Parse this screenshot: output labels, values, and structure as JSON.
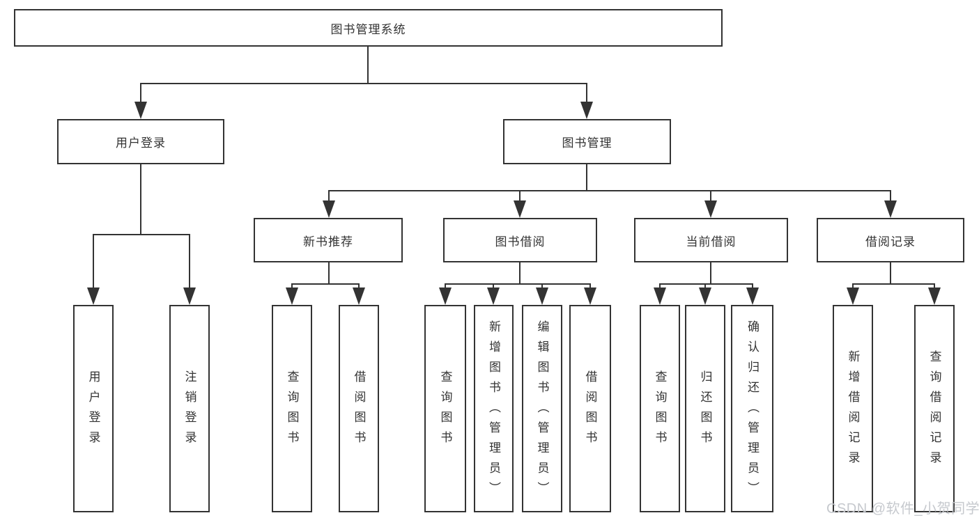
{
  "diagram": {
    "root": {
      "label": "图书管理系统"
    },
    "level2": [
      {
        "label": "用户登录"
      },
      {
        "label": "图书管理"
      }
    ],
    "level3": [
      {
        "label": "新书推荐"
      },
      {
        "label": "图书借阅"
      },
      {
        "label": "当前借阅"
      },
      {
        "label": "借阅记录"
      }
    ],
    "leaves": {
      "user_login": [
        {
          "label": "用户登录"
        },
        {
          "label": "注销登录"
        }
      ],
      "new_book_recommend": [
        {
          "label": "查询图书"
        },
        {
          "label": "借阅图书"
        }
      ],
      "book_borrow": [
        {
          "label": "查询图书"
        },
        {
          "label": "新增图书（管理员）"
        },
        {
          "label": "编辑图书（管理员）"
        },
        {
          "label": "借阅图书"
        }
      ],
      "current_borrow": [
        {
          "label": "查询图书"
        },
        {
          "label": "归还图书"
        },
        {
          "label": "确认归还（管理员）"
        }
      ],
      "borrow_records": [
        {
          "label": "新增借阅记录"
        },
        {
          "label": "查询借阅记录"
        }
      ]
    },
    "colors": {
      "line": "#333333",
      "box_border": "#333333",
      "text": "#333333",
      "background": "#ffffff",
      "watermark": "#c6c9ce"
    }
  },
  "watermark": {
    "text": "CSDN @软件_小贺同学"
  }
}
